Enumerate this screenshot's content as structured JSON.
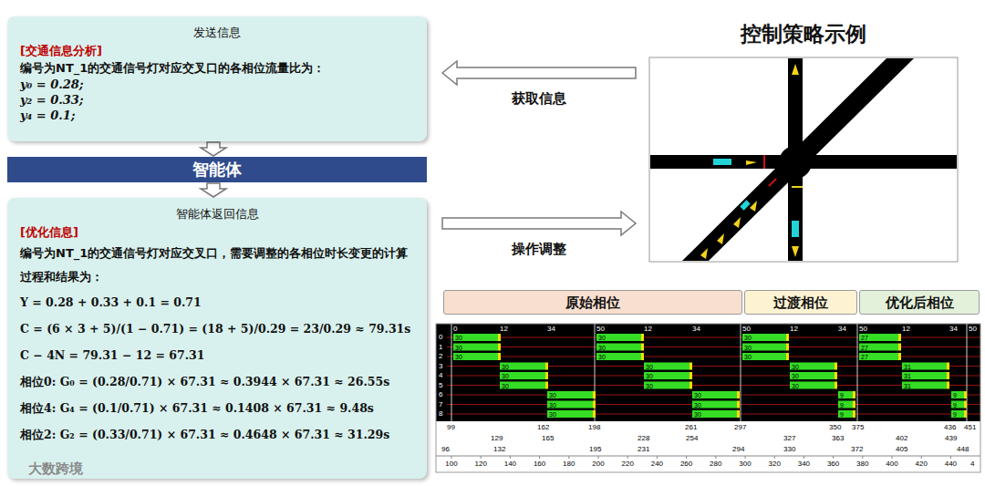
{
  "diagram": {
    "nodes": [
      {
        "text": [
          "发送信息",
          "[交通信息分析]",
          "编号为NT_1的交通信号灯对应交叉口的各相位流量比为：",
          "y₀ = 0.28;",
          "y₂ = 0.33;",
          "y₄ = 0.1;"
        ]
      },
      {
        "text": [
          "智能体"
        ]
      },
      {
        "text": [
          "智能体返回信息",
          "[优化信息]",
          "编号为NT_1的交通信号灯对应交叉口，需要调整的各相位时长变更的计算过程和结果为：",
          "Y = 0.28 + 0.33 + 0.1 = 0.71",
          "C = (6 × 3 + 5)/(1 − 0.71) = (18 + 5)/0.29 = 23/0.29 ≈ 79.31s",
          "C − 4N = 79.31 − 12 = 67.31",
          "相位0: G₀ = (0.28/0.71) × 67.31 ≈ 0.3944 × 67.31 ≈ 26.55s",
          "相位4: G₄ = (0.1/0.71) × 67.31 ≈ 0.1408 × 67.31 ≈ 9.48s",
          "相位2: G₂ = (0.33/0.71) × 67.31 ≈ 0.4648 × 67.31 ≈ 31.29s"
        ]
      },
      {
        "text": [
          "控制策略示例"
        ]
      },
      {
        "text": [
          "原始相位"
        ]
      },
      {
        "text": [
          "过渡相位"
        ]
      },
      {
        "text": [
          "优化后相位"
        ]
      }
    ],
    "edges": [
      {
        "from": 0,
        "to": 1,
        "arrow": "to"
      },
      {
        "from": 1,
        "to": 2,
        "arrow": "to"
      },
      {
        "from": 3,
        "to": 0,
        "label": "获取信息",
        "arrow": "to"
      },
      {
        "from": 2,
        "to": 3,
        "label": "操作调整",
        "arrow": "to"
      }
    ],
    "labels": [
      "大数跨境",
      "0",
      "12",
      "34",
      "50",
      "12",
      "34",
      "50",
      "12",
      "34",
      "50",
      "12",
      "34",
      "50",
      "0",
      "1",
      "2",
      "3",
      "4",
      "5",
      "6",
      "7",
      "8",
      "30",
      "30",
      "30",
      "30",
      "30",
      "30",
      "30",
      "30",
      "30",
      "30",
      "30",
      "30",
      "30",
      "30",
      "30",
      "30",
      "30",
      "30",
      "30",
      "30",
      "30",
      "30",
      "30",
      "30",
      "9",
      "9",
      "9",
      "27",
      "27",
      "27",
      "31",
      "31",
      "31",
      "9",
      "9",
      "9",
      "99",
      "162",
      "198",
      "261",
      "297",
      "350",
      "375",
      "436",
      "451",
      "129",
      "165",
      "228",
      "254",
      "327",
      "363",
      "402",
      "439",
      "96",
      "132",
      "195",
      "231",
      "294",
      "330",
      "372",
      "405",
      "448",
      "100",
      "120",
      "140",
      "160",
      "180",
      "200",
      "220",
      "240",
      "260",
      "280",
      "300",
      "320",
      "340",
      "360",
      "380",
      "400",
      "420",
      "440",
      "4"
    ]
  }
}
